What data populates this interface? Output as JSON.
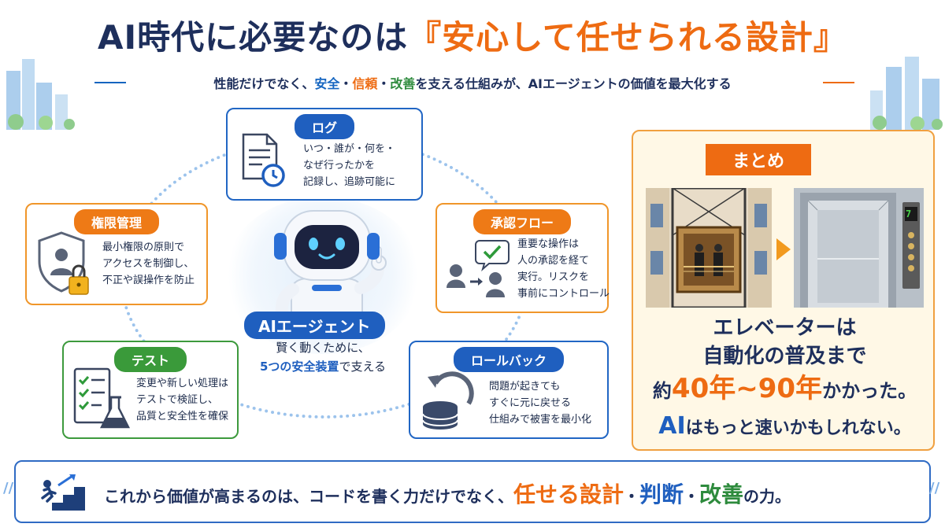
{
  "header": {
    "title_part1": "AI時代に必要なのは",
    "title_part2": "『安心して任せられる設計』",
    "subtitle_pre": "性能だけでなく、",
    "subtitle_safety": "安全",
    "subtitle_sep1": "・",
    "subtitle_trust": "信頼",
    "subtitle_sep2": "・",
    "subtitle_improve": "改善",
    "subtitle_post": "を支える仕組みが、AIエージェントの価値を最大化する"
  },
  "cards": {
    "log": {
      "label": "ログ",
      "lines": [
        "いつ・誰が・何を・",
        "なぜ行ったかを",
        "記録し、追跡可能に"
      ],
      "icon": "document-clock-icon"
    },
    "permission": {
      "label": "権限管理",
      "lines": [
        "最小権限の原則で",
        "アクセスを制御し、",
        "不正や誤操作を防止"
      ],
      "icon": "shield-lock-icon"
    },
    "approval": {
      "label": "承認フロー",
      "lines": [
        "重要な操作は",
        "人の承認を経て",
        "実行。リスクを",
        "事前にコントロール"
      ],
      "icon": "approval-people-icon"
    },
    "test": {
      "label": "テスト",
      "lines": [
        "変更や新しい処理は",
        "テストで検証し、",
        "品質と安全性を確保"
      ],
      "icon": "checklist-flask-icon"
    },
    "rollback": {
      "label": "ロールバック",
      "lines": [
        "問題が起きても",
        "すぐに元に戻せる",
        "仕組みで被害を最小化"
      ],
      "icon": "database-undo-icon"
    }
  },
  "center": {
    "label": "AIエージェント",
    "line1": "賢く動くために、",
    "line2_highlight": "5つの安全装置",
    "line2_post": "で支える",
    "icon": "robot-icon"
  },
  "summary": {
    "heading": "まとめ",
    "line1": "エレベーターは",
    "line2": "自動化の普及まで",
    "line3_pre": "約",
    "line3_num1": "40年",
    "line3_tilde": "~",
    "line3_num2": "90年",
    "line3_post": "かかった。",
    "line4_ai": "AI",
    "line4_post": "はもっと速いかもしれない。",
    "floor_display": "7"
  },
  "banner": {
    "pre": "これから価値が高まるのは、コードを書く力だけでなく、",
    "word1": "任せる設計",
    "sep1": "・",
    "word2": "判断",
    "sep2": "・",
    "word3": "改善",
    "post": "の力。",
    "icon": "stairs-growth-icon"
  },
  "colors": {
    "navy": "#1e2f5c",
    "orange": "#ee6b12",
    "blue": "#1f5fbf",
    "green": "#3a9a3a"
  }
}
